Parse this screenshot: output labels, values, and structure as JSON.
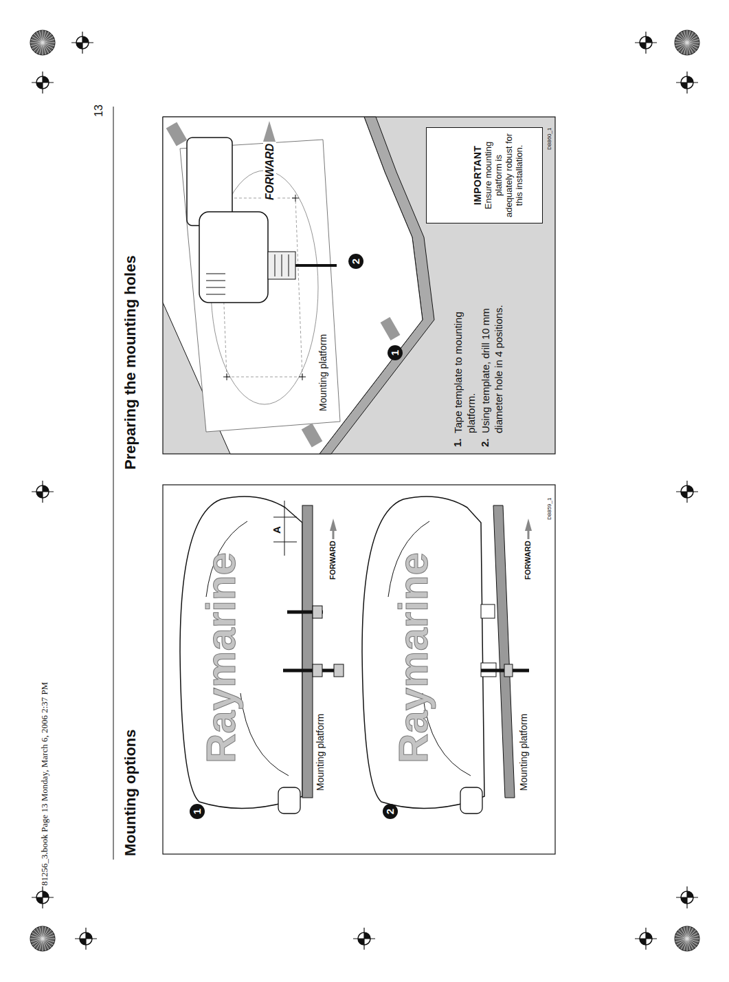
{
  "diagram": {
    "nodes": [
      {
        "text": [
          "IMPORTANT",
          "Ensure mounting platform is adequately robust for this installation."
        ]
      }
    ],
    "labels": [
      "13",
      "81256_3.book  Page 13  Monday, March 6, 2006  2:37 PM",
      "Mounting options",
      "Preparing the mounting holes",
      "1",
      "Raymarine",
      "Mounting platform",
      "A",
      "FORWARD",
      "D8859_1",
      "2",
      "Raymarine",
      "Mounting platform",
      "FORWARD",
      "Mounting platform",
      "FORWARD",
      "1",
      "2",
      "1.",
      "Tape template to mounting platform.",
      "2.",
      "Using template, drill 10 mm diameter hole in 4 positions.",
      "D8860_1"
    ]
  }
}
